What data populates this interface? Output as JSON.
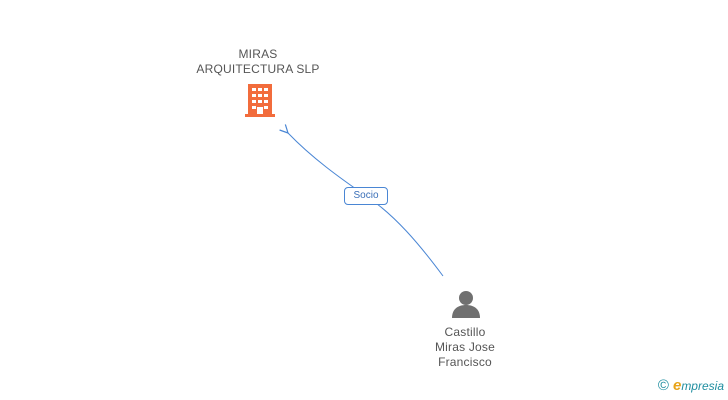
{
  "nodes": {
    "company": {
      "name_line1": "MIRAS",
      "name_line2": "ARQUITECTURA SLP",
      "icon": "building-icon",
      "color": "#f26c3c"
    },
    "person": {
      "name_line1": "Castillo",
      "name_line2": "Miras Jose",
      "name_line3": "Francisco",
      "icon": "person-icon",
      "color": "#707070"
    }
  },
  "edges": [
    {
      "from": "person",
      "to": "company",
      "label": "Socio",
      "color": "#4a86d4"
    }
  ],
  "watermark": {
    "copyright": "©",
    "brand_first_letter": "e",
    "brand_rest": "mpresia"
  }
}
